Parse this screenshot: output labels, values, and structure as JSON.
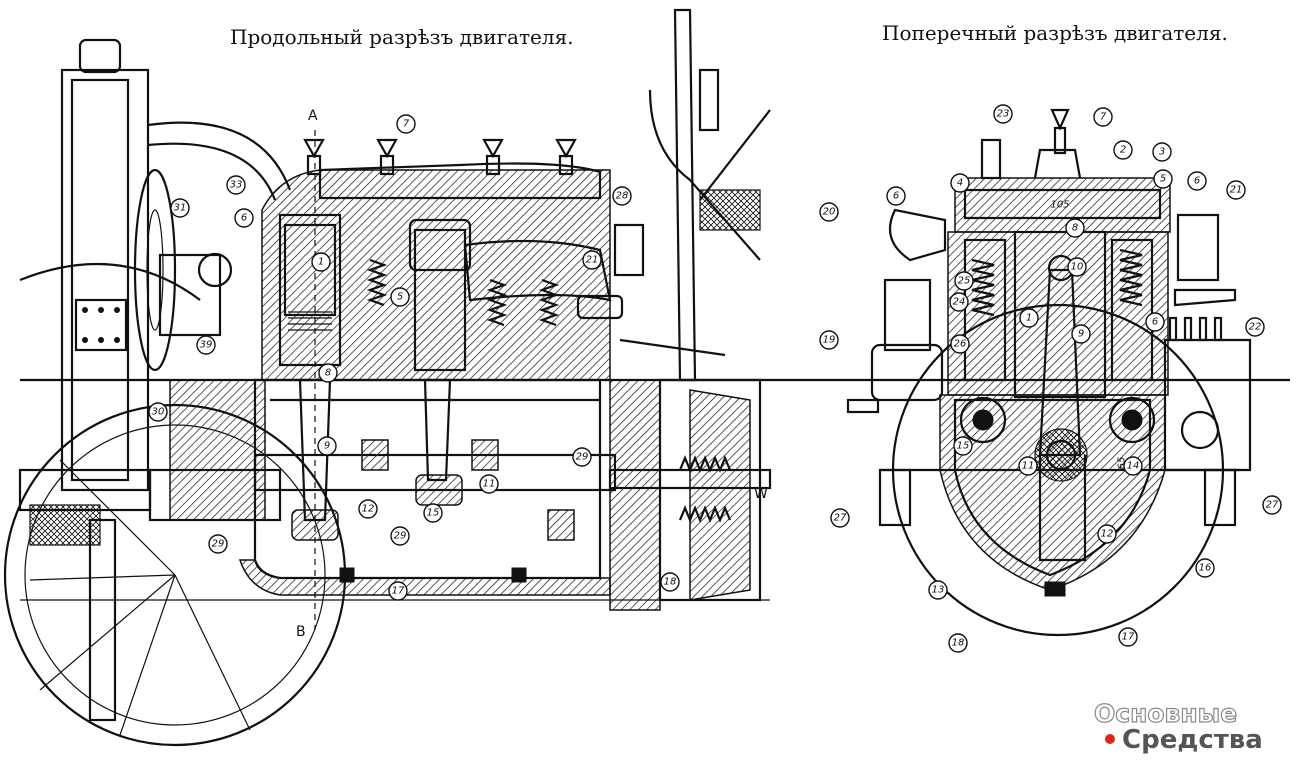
{
  "titles": {
    "longitudinal": "Продольный разрѣзъ двигателя.",
    "transverse": "Поперечный разрѣзъ двигателя."
  },
  "section_marks": {
    "a": "A",
    "b": "B"
  },
  "dimension_labels": {
    "bore": "105",
    "stroke": "65"
  },
  "extra_labels": {
    "w": "W"
  },
  "callouts_left": [
    {
      "n": "7"
    },
    {
      "n": "33"
    },
    {
      "n": "6"
    },
    {
      "n": "31"
    },
    {
      "n": "1"
    },
    {
      "n": "5"
    },
    {
      "n": "21"
    },
    {
      "n": "28"
    },
    {
      "n": "39"
    },
    {
      "n": "8"
    },
    {
      "n": "30"
    },
    {
      "n": "9"
    },
    {
      "n": "11"
    },
    {
      "n": "29"
    },
    {
      "n": "12"
    },
    {
      "n": "29"
    },
    {
      "n": "15"
    },
    {
      "n": "29"
    },
    {
      "n": "17"
    },
    {
      "n": "18"
    }
  ],
  "callouts_right": [
    {
      "n": "23"
    },
    {
      "n": "7"
    },
    {
      "n": "2"
    },
    {
      "n": "3"
    },
    {
      "n": "4"
    },
    {
      "n": "5"
    },
    {
      "n": "6"
    },
    {
      "n": "6"
    },
    {
      "n": "20"
    },
    {
      "n": "21"
    },
    {
      "n": "8"
    },
    {
      "n": "10"
    },
    {
      "n": "25"
    },
    {
      "n": "24"
    },
    {
      "n": "1"
    },
    {
      "n": "9"
    },
    {
      "n": "6"
    },
    {
      "n": "19"
    },
    {
      "n": "26"
    },
    {
      "n": "22"
    },
    {
      "n": "15"
    },
    {
      "n": "11"
    },
    {
      "n": "14"
    },
    {
      "n": "27"
    },
    {
      "n": "27"
    },
    {
      "n": "12"
    },
    {
      "n": "16"
    },
    {
      "n": "13"
    },
    {
      "n": "18"
    },
    {
      "n": "17"
    }
  ],
  "watermark": {
    "line1": "Основные",
    "line2": "Средства"
  },
  "colors": {
    "ink": "#111111",
    "paper": "#ffffff",
    "watermark_dot": "#d9271d",
    "watermark_text": "#555555"
  }
}
